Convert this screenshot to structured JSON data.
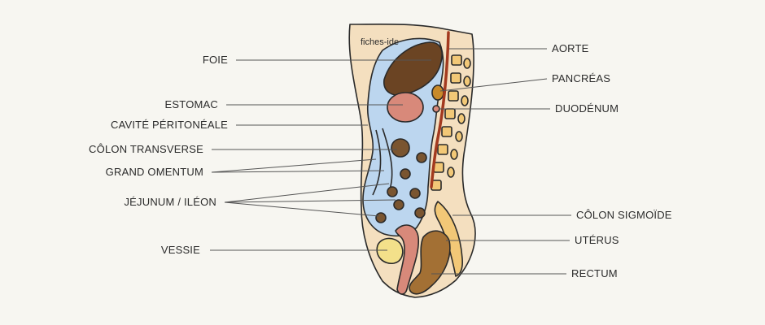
{
  "credit": "fiches-ide",
  "colors": {
    "background": "#f7f6f1",
    "skin": "#f4dfbf",
    "peritoneum": "#bcd6ef",
    "liver": "#6b4423",
    "stomach": "#d8897a",
    "bowel": "#7a5530",
    "vertebra": "#f2c877",
    "aorta": "#a33a1f",
    "uterus": "#a37034",
    "bladder": "#f3e08a"
  },
  "labels_left": [
    {
      "id": "foie",
      "text": "FOIE"
    },
    {
      "id": "estomac",
      "text": "ESTOMAC"
    },
    {
      "id": "cavite",
      "text": "CAVITÉ PÉRITONÉALE"
    },
    {
      "id": "colon-transverse",
      "text": "CÔLON TRANSVERSE"
    },
    {
      "id": "grand-omentum",
      "text": "GRAND OMENTUM"
    },
    {
      "id": "jejunum",
      "text": "JÉJUNUM / ILÉON"
    },
    {
      "id": "vessie",
      "text": "VESSIE"
    }
  ],
  "labels_right": [
    {
      "id": "aorte",
      "text": "AORTE"
    },
    {
      "id": "pancreas",
      "text": "PANCRÉAS"
    },
    {
      "id": "duodenum",
      "text": "DUODÉNUM"
    },
    {
      "id": "colon-sigmoide",
      "text": "CÔLON SIGMOÏDE"
    },
    {
      "id": "uterus",
      "text": "UTÉRUS"
    },
    {
      "id": "rectum",
      "text": "RECTUM"
    }
  ]
}
